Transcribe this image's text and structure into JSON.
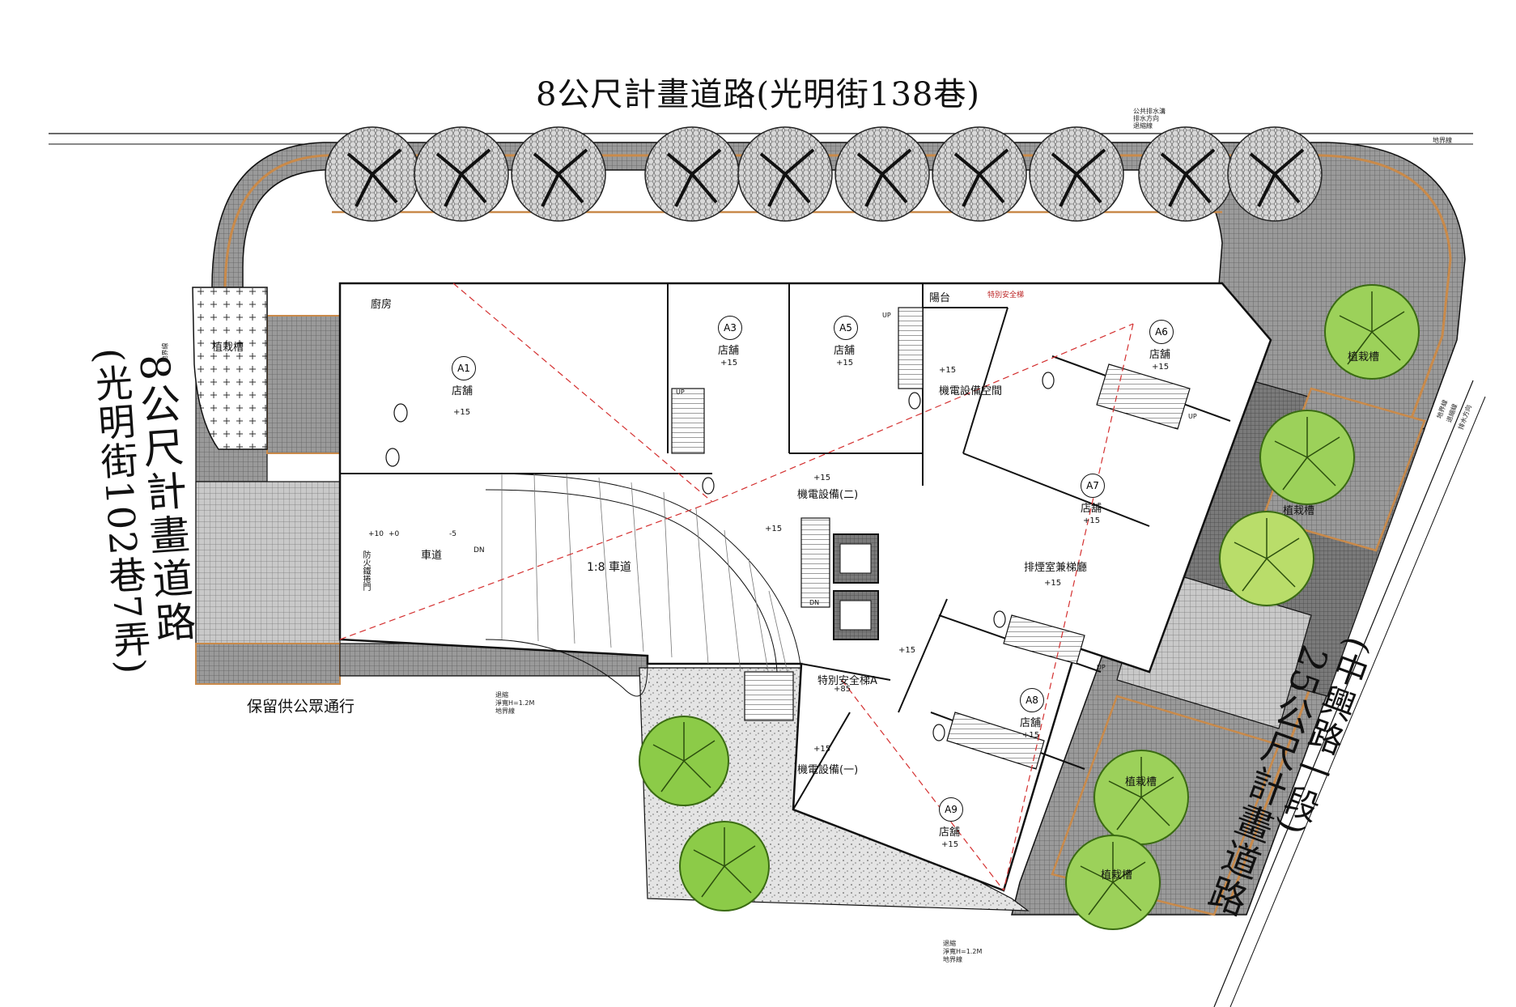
{
  "roads": {
    "top": "8公尺計畫道路(光明街138巷)",
    "left_main": "8公尺計畫道路",
    "left_sub": "(光明街102巷7弄)",
    "right_main": "25公尺計畫道路",
    "right_sub": "(中興路一段)"
  },
  "notes": {
    "public_pass": "保留供公眾通行",
    "legend_a_1": "公共排水溝",
    "legend_a_2": "排水方向",
    "legend_a_3": "退縮線",
    "legend_b_1": "地界線",
    "legend_c_1": "地界線",
    "legend_c_2": "退縮線",
    "legend_c_3": "排水方向",
    "legend_d_1": "退縮",
    "legend_d_2": "淨寬H=1.2M",
    "legend_d_3": "地界線",
    "legend_e_1": "退縮",
    "legend_e_2": "淨寬H=1.2M",
    "legend_e_3": "地界線",
    "left_edge": "地界線"
  },
  "rooms": {
    "kitchen": "廚房",
    "planter_left": "植栽槽",
    "planter_r1": "植栽槽",
    "planter_r2": "植栽槽",
    "planter_r3": "植栽槽",
    "planter_r4": "植栽槽",
    "balcony": "陽台",
    "stair_top": "特別安全梯",
    "mech_space": "機電設備空間",
    "mech_2": "機電設備(二)",
    "mech_1": "機電設備(一)",
    "stair_a": "特別安全梯A",
    "exhaust": "排煙室兼梯廳",
    "driveway": "車道",
    "ramp": "1:8 車道",
    "fire_door": "防火鐵捲門"
  },
  "units": [
    {
      "id": "A1",
      "label": "店舖",
      "level": "+15"
    },
    {
      "id": "A3",
      "label": "店舖",
      "level": "+15"
    },
    {
      "id": "A5",
      "label": "店舖",
      "level": "+15"
    },
    {
      "id": "A6",
      "label": "店舖",
      "level": "+15"
    },
    {
      "id": "A7",
      "label": "店舖",
      "level": "+15"
    },
    {
      "id": "A8",
      "label": "店舖",
      "level": "+15"
    },
    {
      "id": "A9",
      "label": "店舖",
      "level": "+15"
    }
  ],
  "levels": {
    "mech_space": "+15",
    "mech_2": "+15",
    "elevator_lobby": "+15",
    "exhaust": "+15",
    "stair_a_lobby": "+15",
    "stair_a": "+85",
    "mech_1": "+15",
    "drive_1": "+10",
    "drive_2": "+0",
    "drive_3": "-5",
    "drive_4": "DN"
  },
  "markers": {
    "up": "UP",
    "dn": "DN"
  },
  "colors": {
    "line": "#111111",
    "paving": "#8a8a8a",
    "paving_dark": "#6b6b6b",
    "curb": "#c98a4a",
    "tree_green": "#7fc243",
    "tree_light": "#c6e08a",
    "gravel": "#d9d9d9"
  },
  "icons": {
    "tree": "tree-icon",
    "street_tree": "street-tree-icon",
    "elevator": "elevator-icon",
    "toilet": "toilet-icon",
    "stair": "stair-icon"
  }
}
